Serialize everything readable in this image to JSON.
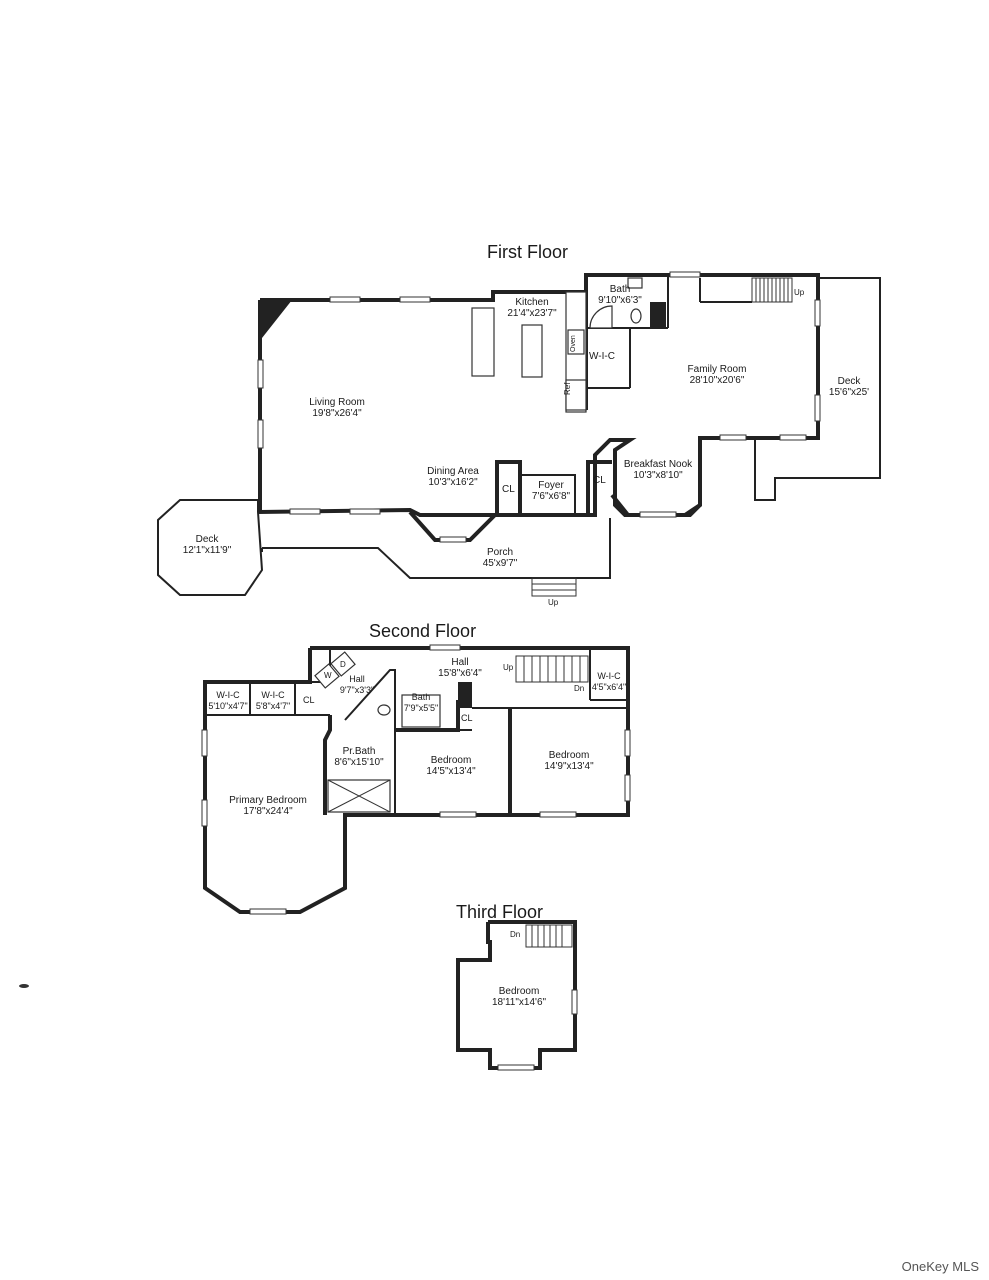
{
  "floors": {
    "first": {
      "title": "First Floor",
      "rooms": {
        "living": {
          "name": "Living Room",
          "dim": "19'8\"x26'4\""
        },
        "kitchen": {
          "name": "Kitchen",
          "dim": "21'4\"x23'7\""
        },
        "bath": {
          "name": "Bath",
          "dim": "9'10\"x6'3\""
        },
        "family": {
          "name": "Family Room",
          "dim": "28'10\"x20'6\""
        },
        "deck_right": {
          "name": "Deck",
          "dim": "15'6\"x25'"
        },
        "dining": {
          "name": "Dining Area",
          "dim": "10'3\"x16'2\""
        },
        "foyer": {
          "name": "Foyer",
          "dim": "7'6\"x6'8\""
        },
        "breakfast": {
          "name": "Breakfast Nook",
          "dim": "10'3\"x8'10\""
        },
        "deck_left": {
          "name": "Deck",
          "dim": "12'1\"x11'9\""
        },
        "porch": {
          "name": "Porch",
          "dim": "45'x9'7\""
        }
      },
      "labels": {
        "wic": "W-I-C",
        "cl1": "CL",
        "cl2": "CL",
        "ref": "Ref",
        "oven": "Oven",
        "up_stair": "Up",
        "up_porch": "Up"
      }
    },
    "second": {
      "title": "Second Floor",
      "rooms": {
        "hall_main": {
          "name": "Hall",
          "dim": "15'8\"x6'4\""
        },
        "hall_small": {
          "name": "Hall",
          "dim": "9'7\"x3'3\""
        },
        "bath": {
          "name": "Bath",
          "dim": "7'9\"x5'5\""
        },
        "pr_bath": {
          "name": "Pr.Bath",
          "dim": "8'6\"x15'10\""
        },
        "bedroom_a": {
          "name": "Bedroom",
          "dim": "14'5\"x13'4\""
        },
        "bedroom_b": {
          "name": "Bedroom",
          "dim": "14'9\"x13'4\""
        },
        "primary": {
          "name": "Primary Bedroom",
          "dim": "17'8\"x24'4\""
        },
        "wic1": {
          "name": "W-I-C",
          "dim": "5'10\"x4'7\""
        },
        "wic2": {
          "name": "W-I-C",
          "dim": "5'8\"x4'7\""
        },
        "wic3": {
          "name": "W-I-C",
          "dim": "4'5\"x6'4\""
        }
      },
      "labels": {
        "cl1": "CL",
        "cl2": "CL",
        "up": "Up",
        "dn": "Dn",
        "washer": "W",
        "dryer": "D"
      }
    },
    "third": {
      "title": "Third Floor",
      "rooms": {
        "bedroom": {
          "name": "Bedroom",
          "dim": "18'11\"x14'6\""
        }
      },
      "labels": {
        "dn": "Dn"
      }
    }
  },
  "brand": "OneKey MLS"
}
